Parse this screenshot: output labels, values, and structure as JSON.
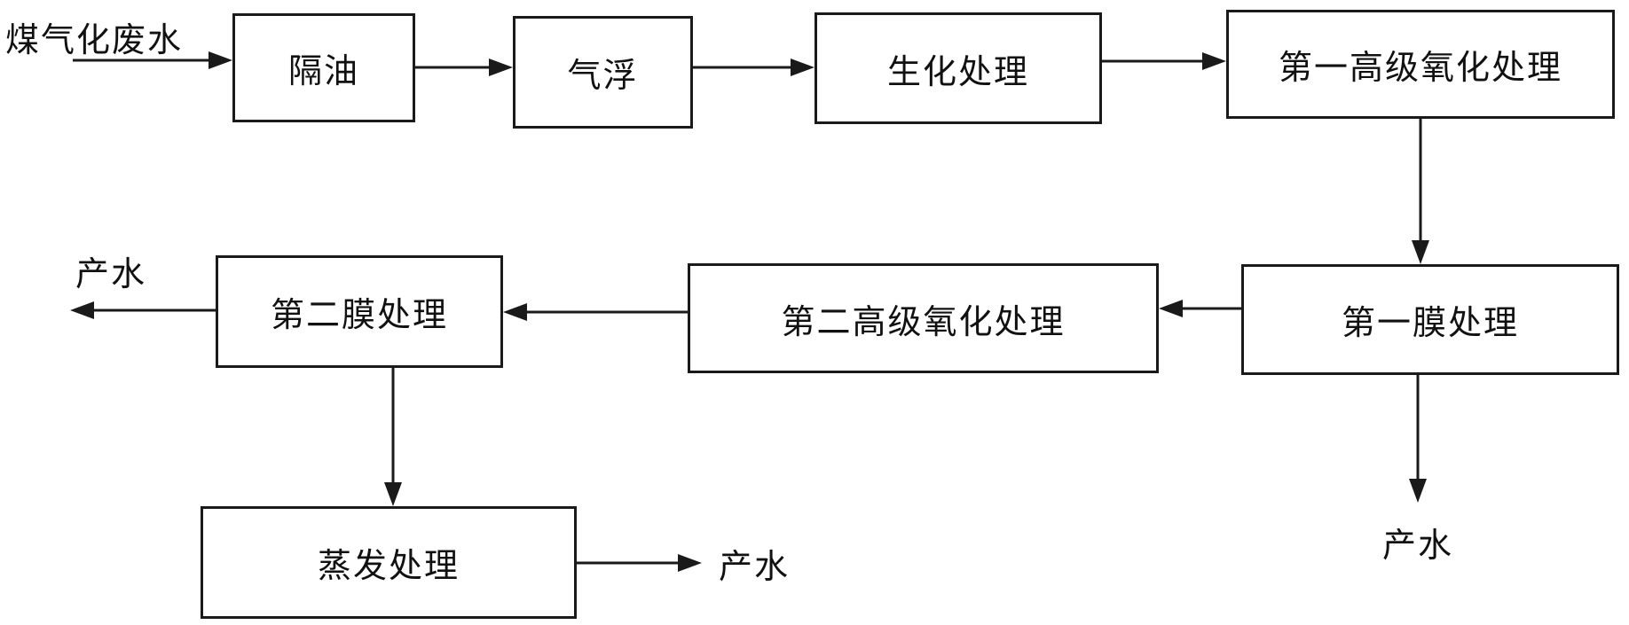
{
  "input_label": "煤气化废水",
  "nodes": {
    "oil_separation": "隔油",
    "air_flotation": "气浮",
    "biochemical": "生化处理",
    "first_aop": "第一高级氧化处理",
    "first_membrane": "第一膜处理",
    "second_aop": "第二高级氧化处理",
    "second_membrane": "第二膜处理",
    "evaporation": "蒸发处理"
  },
  "outputs": {
    "first_membrane_out": "产水",
    "second_membrane_out": "产水",
    "evaporation_out": "产水"
  }
}
